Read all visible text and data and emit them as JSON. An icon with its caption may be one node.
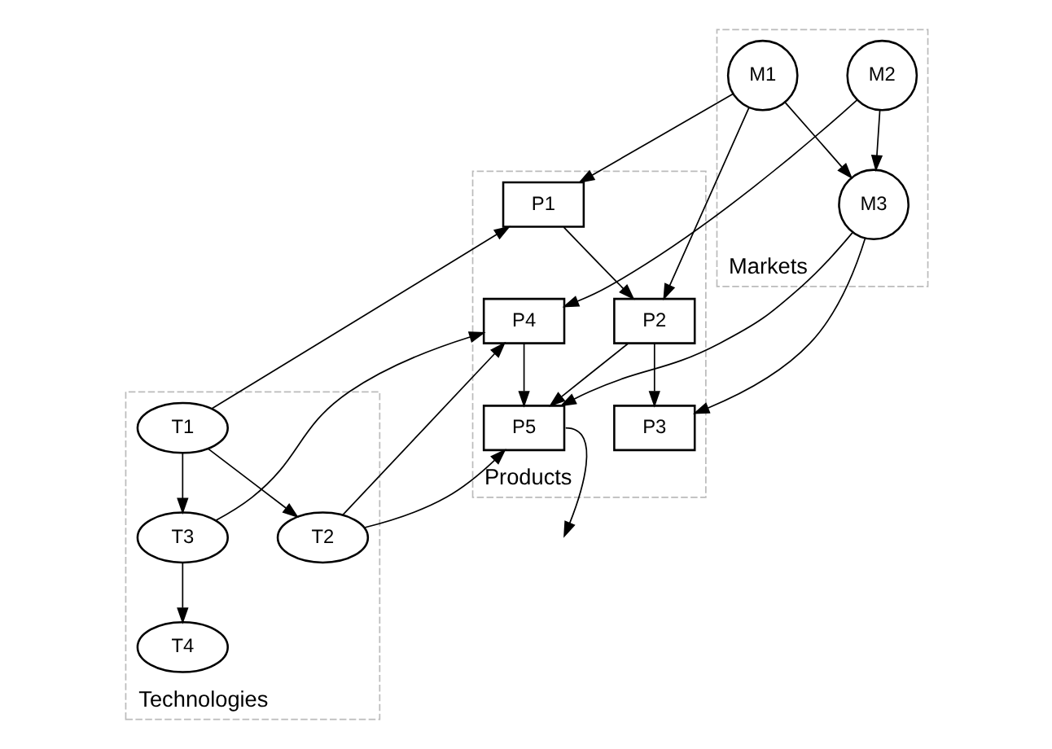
{
  "diagram": {
    "nodes": [
      {
        "text": [
          "Markets"
        ]
      },
      {
        "text": [
          "M1"
        ],
        "in": 0
      },
      {
        "text": [
          "M2"
        ],
        "in": 0
      },
      {
        "text": [
          "M3"
        ],
        "in": 0
      },
      {
        "text": [
          "Products"
        ]
      },
      {
        "text": [
          "P1"
        ],
        "in": 4
      },
      {
        "text": [
          "P2"
        ],
        "in": 4
      },
      {
        "text": [
          "P3"
        ],
        "in": 4
      },
      {
        "text": [
          "P4"
        ],
        "in": 4
      },
      {
        "text": [
          "P5"
        ],
        "in": 4
      },
      {
        "text": [
          "Technologies"
        ]
      },
      {
        "text": [
          "T1"
        ],
        "in": 10
      },
      {
        "text": [
          "T2"
        ],
        "in": 10
      },
      {
        "text": [
          "T3"
        ],
        "in": 10
      },
      {
        "text": [
          "T4"
        ],
        "in": 10
      }
    ],
    "edges": [
      {
        "from": 1,
        "to": 3,
        "arrow": "to"
      },
      {
        "from": 1,
        "to": 5,
        "arrow": "to"
      },
      {
        "from": 1,
        "to": 6,
        "arrow": "to"
      },
      {
        "from": 2,
        "to": 3,
        "arrow": "to"
      },
      {
        "from": 2,
        "to": 8,
        "arrow": "to"
      },
      {
        "from": 3,
        "to": 7,
        "arrow": "to"
      },
      {
        "from": 3,
        "to": 9,
        "arrow": "to"
      },
      {
        "from": 5,
        "to": 6,
        "arrow": "to"
      },
      {
        "from": 6,
        "to": 7,
        "arrow": "to"
      },
      {
        "from": 6,
        "to": 9,
        "arrow": "to"
      },
      {
        "from": 8,
        "to": 9,
        "arrow": "to"
      },
      {
        "from": 9,
        "to": null,
        "arrow": "to"
      },
      {
        "from": 11,
        "to": 5,
        "arrow": "to"
      },
      {
        "from": 11,
        "to": 12,
        "arrow": "to"
      },
      {
        "from": 11,
        "to": 13,
        "arrow": "to"
      },
      {
        "from": 13,
        "to": 8,
        "arrow": "to"
      },
      {
        "from": 13,
        "to": 14,
        "arrow": "to"
      },
      {
        "from": 12,
        "to": 8,
        "arrow": "to"
      },
      {
        "from": 12,
        "to": 9,
        "arrow": "to"
      }
    ]
  }
}
